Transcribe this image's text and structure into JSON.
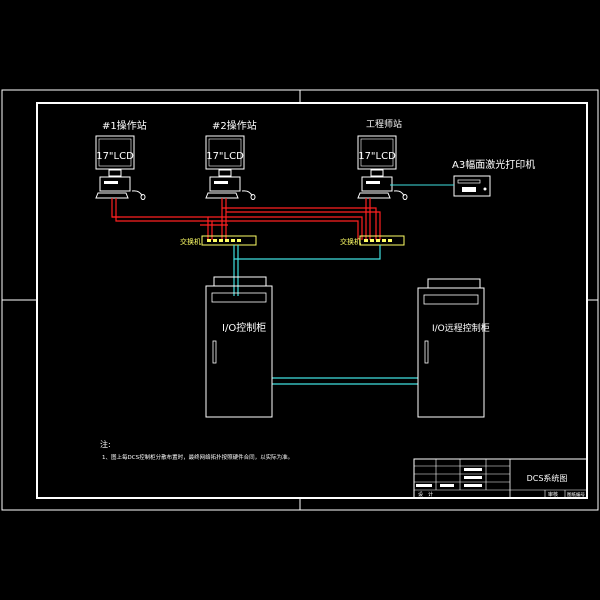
{
  "stations": [
    {
      "name": "#1操作站",
      "monitor": "17\"LCD"
    },
    {
      "name": "#2操作站",
      "monitor": "17\"LCD"
    },
    {
      "name": "工程师站",
      "monitor": "17\"LCD"
    }
  ],
  "printer": {
    "label": "A3幅面激光打印机"
  },
  "switches": [
    {
      "label": "交换机"
    },
    {
      "label": "交换机"
    }
  ],
  "cabinets": [
    {
      "label": "I/O控制柜"
    },
    {
      "label": "I/O远程控制柜"
    }
  ],
  "notes": {
    "heading": "注:",
    "line1": "1、图上每DCS控制柜分散布置时，最终网络拓扑按照硬件合同，以实际为准。"
  },
  "title_block": {
    "drawing_title": "DCS系统图",
    "cells": [
      "设",
      "计",
      "审核",
      "图纸编号"
    ]
  },
  "colors": {
    "cable_red": "#ff2020",
    "cable_cyan": "#40e0e0",
    "line_white": "#ffffff",
    "text_yellow": "#ffff66"
  }
}
